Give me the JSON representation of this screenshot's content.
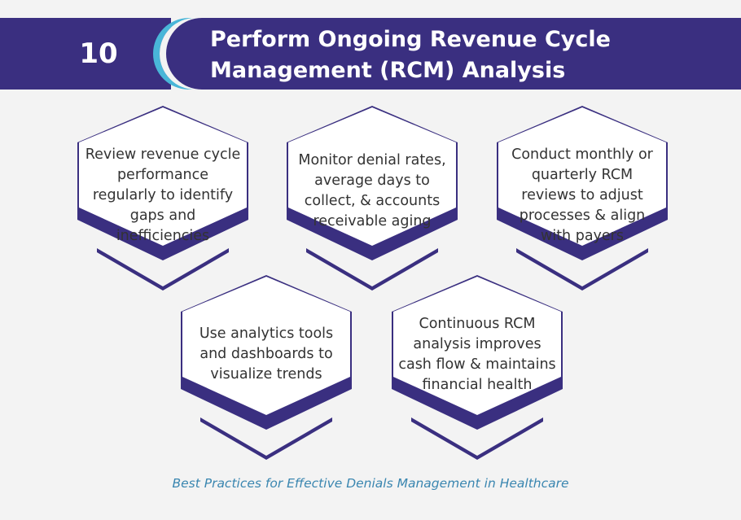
{
  "header": {
    "step_number": "10",
    "title_line1": "Perform Ongoing Revenue Cycle",
    "title_line2": "Management (RCM) Analysis"
  },
  "cards": [
    {
      "text": "Review revenue cycle performance regularly to identify gaps and inefficiencies"
    },
    {
      "text": "Monitor denial rates, average days to collect, & accounts receivable aging"
    },
    {
      "text": "Conduct monthly or quarterly RCM reviews to adjust processes & align with payers"
    },
    {
      "text": "Use analytics tools and dashboards to visualize trends"
    },
    {
      "text": "Continuous RCM analysis improves cash flow & maintains financial health"
    }
  ],
  "footer": {
    "caption": "Best Practices for Effective Denials Management in Healthcare"
  },
  "colors": {
    "primary": "#3a2f80",
    "accent": "#49b6d8",
    "caption": "#3a86b0"
  }
}
